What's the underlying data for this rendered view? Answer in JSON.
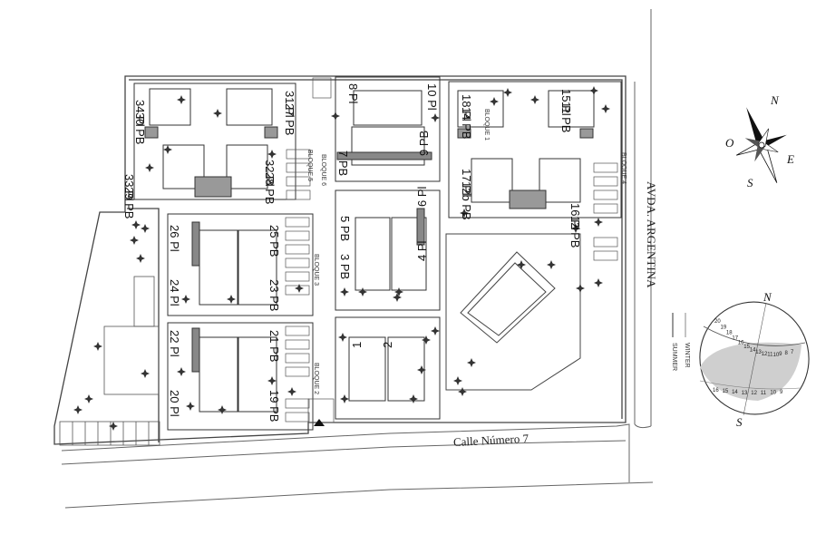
{
  "streets": {
    "calle": "Calle Número 7",
    "avenida": "AVDA. ARGENTINA"
  },
  "compass": {
    "n": "N",
    "s": "S",
    "e": "E",
    "o": "O"
  },
  "sun_diagram": {
    "n": "N",
    "s": "S",
    "legend_summer": "SUMMER",
    "legend_winter": "WINTER",
    "summer_hours": [
      "20",
      "19",
      "18",
      "17",
      "16",
      "15",
      "14",
      "13",
      "12",
      "11",
      "10",
      "9",
      "8",
      "7"
    ],
    "winter_hours": [
      "16",
      "15",
      "14",
      "13",
      "12",
      "11",
      "10",
      "9"
    ]
  },
  "units": [
    {
      "label": "34 Pl",
      "rot": 90
    },
    {
      "label": "30 PB",
      "rot": 90
    },
    {
      "label": "31 Pl",
      "rot": 90
    },
    {
      "label": "27 PB",
      "rot": 90
    },
    {
      "label": "33 Pl",
      "rot": 90
    },
    {
      "label": "29 PB",
      "rot": 90
    },
    {
      "label": "32 Pl",
      "rot": 90
    },
    {
      "label": "28 PB",
      "rot": 90
    },
    {
      "label": "8 Pl",
      "rot": 90
    },
    {
      "label": "7 PB",
      "rot": 90
    },
    {
      "label": "10 Pl",
      "rot": 90
    },
    {
      "label": "9 PB",
      "rot": -90
    },
    {
      "label": "18 Pl",
      "rot": 90
    },
    {
      "label": "14 PB",
      "rot": 90
    },
    {
      "label": "15 Pl",
      "rot": 90
    },
    {
      "label": "11 PB",
      "rot": 90
    },
    {
      "label": "17 Pl",
      "rot": 90
    },
    {
      "label": "12b PB",
      "rot": 90
    },
    {
      "label": "16 Pl",
      "rot": 90
    },
    {
      "label": "12 PB",
      "rot": 90
    },
    {
      "label": "26 Pl",
      "rot": 90
    },
    {
      "label": "24 Pl",
      "rot": 90
    },
    {
      "label": "25 PB",
      "rot": 90
    },
    {
      "label": "23 PB",
      "rot": 90
    },
    {
      "label": "5 PB",
      "rot": 90
    },
    {
      "label": "3 PB",
      "rot": 90
    },
    {
      "label": "6 Pl",
      "rot": -90
    },
    {
      "label": "4 Pl",
      "rot": -90
    },
    {
      "label": "22 Pl",
      "rot": 90
    },
    {
      "label": "20 Pl",
      "rot": 90
    },
    {
      "label": "21 PB",
      "rot": 90
    },
    {
      "label": "19 PB",
      "rot": 90
    },
    {
      "label": "1",
      "rot": -90
    },
    {
      "label": "2",
      "rot": -90
    }
  ],
  "block_tags": [
    "BLOQUE 5",
    "BLOQUE 6",
    "BLOQUE 4",
    "BLOQUE 3",
    "BLOQUE 2",
    "BLOQUE 1"
  ]
}
